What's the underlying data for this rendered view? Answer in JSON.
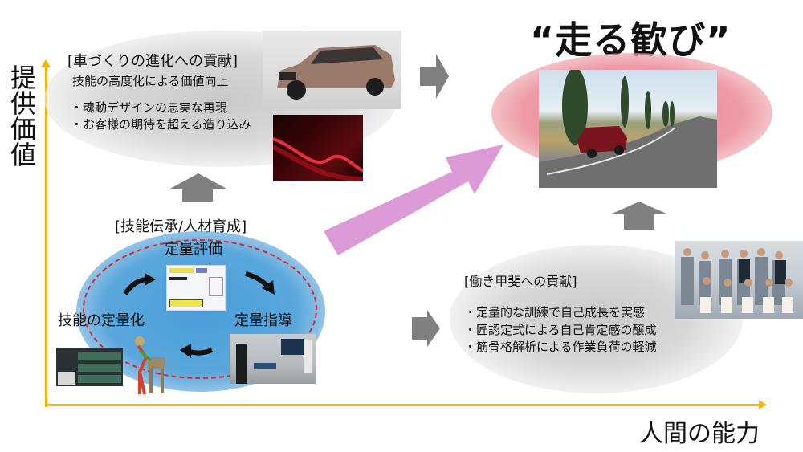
{
  "axes": {
    "y_label": "提供価値",
    "x_label": "人間の能力",
    "axis_color": "#f2b705"
  },
  "title": "“走る歓び”",
  "car_making": {
    "heading": "[車づくりの進化への貢献]",
    "subheading": "技能の高度化による価値向上",
    "bullets": [
      "・魂動デザインの忠実な再現",
      "・お客様の期待を超える造り込み"
    ]
  },
  "skill_transfer": {
    "heading": "[技能伝承/人材育成]",
    "cycle": {
      "top": "定量評価",
      "left": "技能の定量化",
      "right": "定量指導"
    }
  },
  "motivation": {
    "heading": "[働き甲斐への貢献]",
    "bullets": [
      "・定量的な訓練で自己成長を実感",
      "・匠認定式による自己肯定感の醸成",
      "・筋骨格解析による作業負荷の軽減"
    ]
  },
  "images": {
    "suv_studio": "car-photo-studio",
    "red_paint": "paint-closeup-photo",
    "road_drive": "car-on-road-photo",
    "evaluation_sheet": "evaluation-sheet-thumbnail",
    "waveform_screens": "waveform-screens-thumbnail",
    "skeleton_model": "musculoskeletal-model",
    "coaching_scene": "coaching-scene-photo",
    "group_photo": "certificate-group-photo"
  },
  "colors": {
    "gray_arrow": "#808080",
    "pink_arrow": "#dc9ad6",
    "blob_pink": "#e98a98",
    "blob_blue": "#4a9ed8",
    "dashed_red": "#d9262c"
  }
}
